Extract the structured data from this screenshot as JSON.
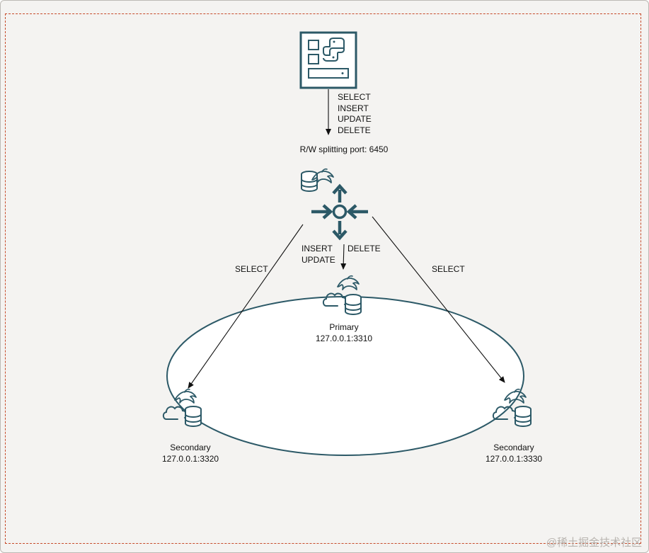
{
  "colors": {
    "primary_teal": "#2c5967",
    "arrow": "#111111",
    "dashed_border": "#c64a29",
    "background": "#f4f3f1"
  },
  "app": {
    "client_ops": [
      "SELECT",
      "INSERT",
      "UPDATE",
      "DELETE"
    ],
    "icon": "python-application-icon"
  },
  "router": {
    "label": "R/W splitting port: 6450",
    "icon": "mysql-router-icon"
  },
  "edges": {
    "left_read": "SELECT",
    "right_read": "SELECT",
    "write_ops": [
      "INSERT",
      "UPDATE"
    ],
    "write_delete": "DELETE"
  },
  "nodes": {
    "primary": {
      "role": "Primary",
      "address": "127.0.0.1:3310",
      "icon": "mysql-cloud-db-icon"
    },
    "secondary_left": {
      "role": "Secondary",
      "address": "127.0.0.1:3320",
      "icon": "mysql-cloud-db-icon"
    },
    "secondary_right": {
      "role": "Secondary",
      "address": "127.0.0.1:3330",
      "icon": "mysql-cloud-db-icon"
    }
  },
  "watermark": "@稀土掘金技术社区"
}
